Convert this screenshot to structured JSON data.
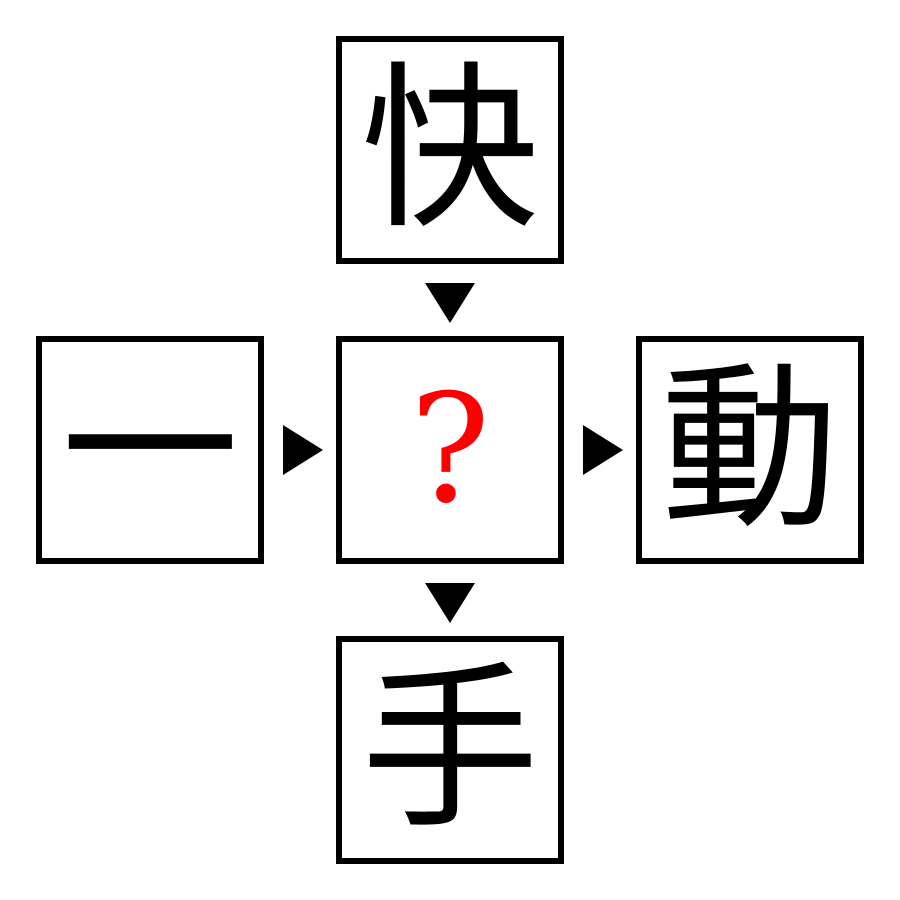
{
  "puzzle": {
    "top": "快",
    "left": "一",
    "center": "?",
    "right": "動",
    "bottom": "手"
  },
  "colors": {
    "border": "#000000",
    "text": "#000000",
    "question_mark": "#ff0000",
    "background": "#ffffff"
  },
  "icons": {
    "arrow_down": "triangle-down-icon",
    "arrow_right": "triangle-right-icon"
  }
}
